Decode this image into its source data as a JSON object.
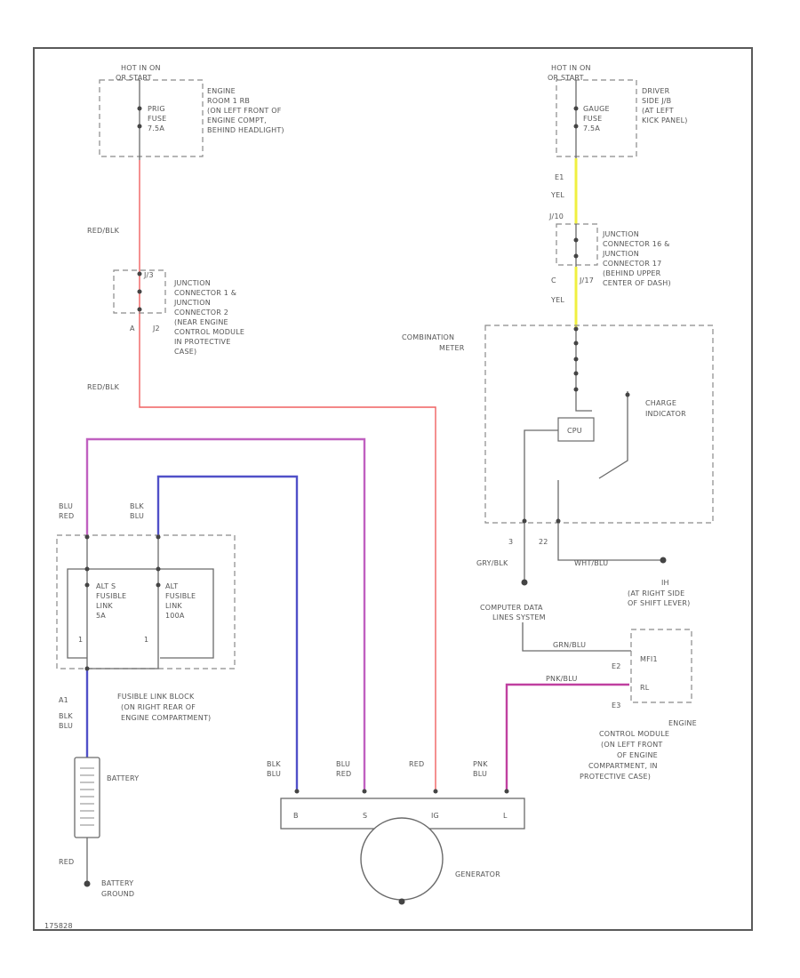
{
  "colors": {
    "red_wire": "#f06060",
    "yellow_wire": "#f0f040",
    "violet_wire": "#c060c0",
    "blue_wire": "#5050c8",
    "magenta_wire": "#c040a0",
    "black_wire": "#555555"
  },
  "top_left_fuse": {
    "hot_label_1": "HOT IN ON",
    "hot_label_2": "OR START",
    "fuse_label_1": "PRIG",
    "fuse_label_2": "FUSE",
    "fuse_label_3": "7.5A",
    "location": [
      "ENGINE",
      "ROOM 1 RB",
      "(ON LEFT FRONT OF",
      "ENGINE COMPT,",
      "BEHIND HEADLIGHT)"
    ]
  },
  "top_right_fuse": {
    "hot_label_1": "HOT IN ON",
    "hot_label_2": "OR START",
    "fuse_label_1": "GAUGE",
    "fuse_label_2": "FUSE",
    "fuse_label_3": "7.5A",
    "location": [
      "DRIVER",
      "SIDE J/B",
      "(AT LEFT",
      "KICK PANEL)"
    ]
  },
  "wires": {
    "red_blk_1": "RED/BLK",
    "red_blk_2": "RED/BLK",
    "yel_1": "YEL",
    "yel_2": "YEL",
    "e1": "E1",
    "c": "C",
    "j10": "J/10",
    "j17": "J/17",
    "j3": "J/3",
    "a": "A",
    "j2": "J2",
    "blu_red_1": [
      "BLU",
      "RED"
    ],
    "blk_blu_1": [
      "BLK",
      "BLU"
    ],
    "a1": "A1",
    "blk_blu_2": [
      "BLK",
      "BLU"
    ],
    "red_bat": "RED",
    "gen_b": [
      "BLK",
      "BLU"
    ],
    "gen_s": [
      "BLU",
      "RED"
    ],
    "gen_ig": "RED",
    "gen_l": [
      "PNK",
      "BLU"
    ],
    "grv_blk": "GRY/BLK",
    "n3": "3",
    "n22": "22",
    "wht_blu_1": "WHT/BLU",
    "grn_blu": "GRN/BLU",
    "pnk_blu": "PNK/BLU",
    "e2": "E2",
    "e3": "E3"
  },
  "junction": [
    "JUNCTION",
    "CONNECTOR 1 &",
    "JUNCTION",
    "CONNECTOR 2",
    "(NEAR ENGINE",
    "CONTROL MODULE",
    "IN PROTECTIVE",
    "CASE)"
  ],
  "junction_right": [
    "JUNCTION",
    "CONNECTOR 16 &",
    "JUNCTION",
    "CONNECTOR 17",
    "(BEHIND UPPER",
    "CENTER OF DASH)"
  ],
  "combination_meter": {
    "title": [
      "COMBINATION",
      "METER"
    ],
    "cpu": "CPU",
    "charge": [
      "CHARGE",
      "INDICATOR"
    ]
  },
  "ground_h": [
    "IH",
    "(AT RIGHT SIDE",
    "OF SHIFT LEVER)"
  ],
  "computer_data": [
    "COMPUTER DATA",
    "LINES SYSTEM"
  ],
  "ecm": {
    "mfi": "MFI1",
    "rl": "RL",
    "desc": [
      "ENGINE",
      "CONTROL MODULE",
      "(ON LEFT FRONT",
      "OF ENGINE",
      "COMPARTMENT, IN",
      "PROTECTIVE CASE)"
    ]
  },
  "fusible_link": {
    "alt_s": [
      "ALT S",
      "FUSIBLE",
      "LINK",
      "5A"
    ],
    "alt": [
      "ALT",
      "FUSIBLE",
      "LINK",
      "100A"
    ],
    "n1a": "1",
    "n1b": "1",
    "desc": [
      "FUSIBLE LINK BLOCK",
      "(ON RIGHT REAR OF",
      "ENGINE COMPARTMENT)"
    ]
  },
  "battery": {
    "label": "BATTERY",
    "wire": "RED",
    "ground": [
      "BATTERY",
      "GROUND"
    ]
  },
  "generator": {
    "label": "GENERATOR",
    "pins": [
      "B",
      "S",
      "IG",
      "L"
    ]
  },
  "footer_code": "175828"
}
